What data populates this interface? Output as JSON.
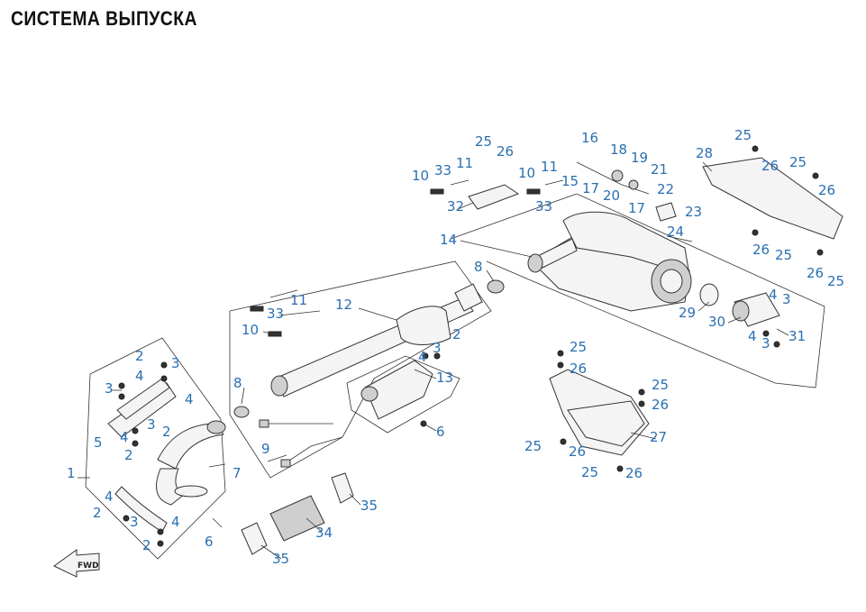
{
  "title": "СИСТЕМА ВЫПУСКА",
  "callouts": [
    "1",
    "2",
    "3",
    "4",
    "5",
    "6",
    "7",
    "8",
    "9",
    "10",
    "11",
    "12",
    "13",
    "14",
    "15",
    "16",
    "17",
    "18",
    "19",
    "20",
    "21",
    "22",
    "23",
    "24",
    "25",
    "26",
    "27",
    "28",
    "29",
    "30",
    "31",
    "32",
    "33",
    "34",
    "35"
  ],
  "fwd_arrow_text": "FWD",
  "callout_color": "#2a6fb0"
}
